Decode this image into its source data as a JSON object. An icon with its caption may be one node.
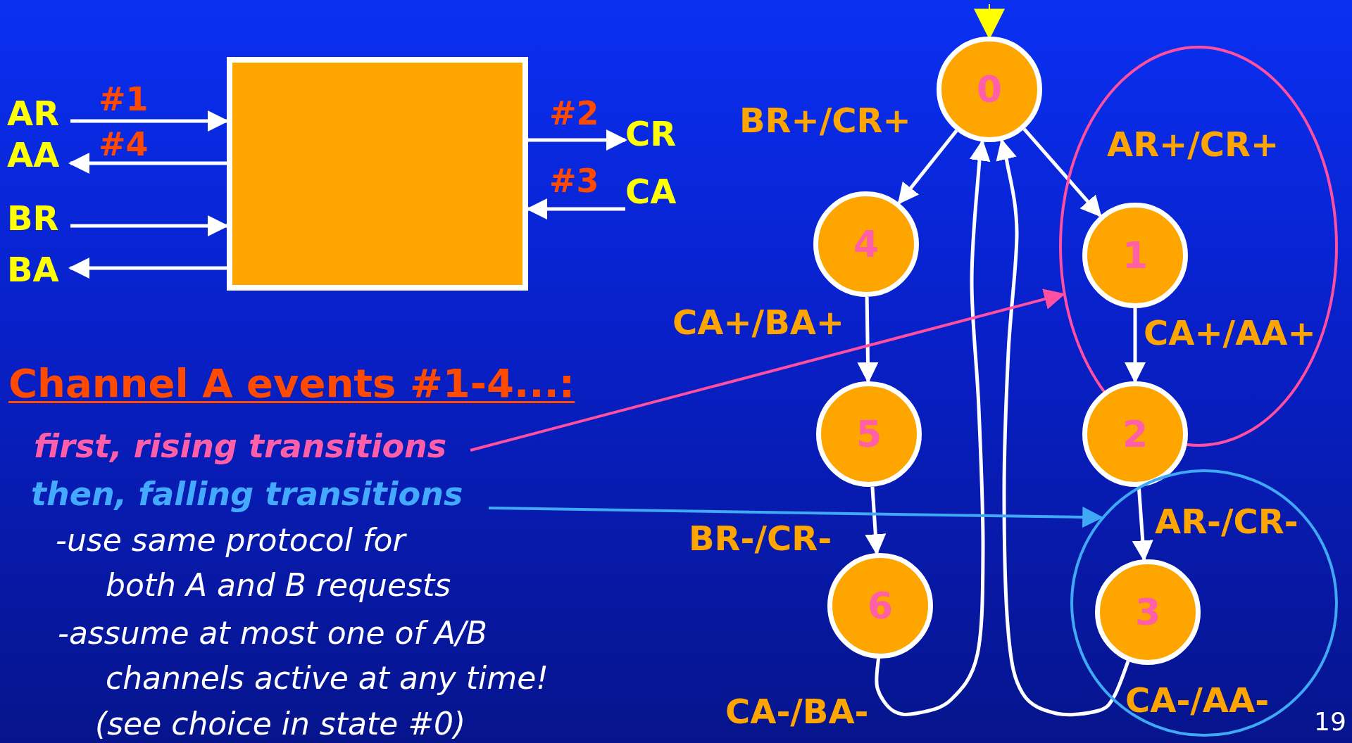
{
  "diagram": {
    "nodes": [
      {
        "text": [
          "AR"
        ]
      },
      {
        "text": [
          "AA"
        ]
      },
      {
        "text": [
          "BR"
        ]
      },
      {
        "text": [
          "BA"
        ]
      },
      {
        "text": [],
        "shape": "box"
      },
      {
        "text": [
          "CR"
        ]
      },
      {
        "text": [
          "CA"
        ]
      },
      {
        "text": [
          "0"
        ]
      },
      {
        "text": [
          "4"
        ]
      },
      {
        "text": [],
        "shape": "ellipse"
      },
      {
        "text": [
          "1"
        ],
        "in": 9
      },
      {
        "text": [
          "5"
        ]
      },
      {
        "text": [
          "2"
        ]
      },
      {
        "text": [],
        "shape": "circle"
      },
      {
        "text": [
          "6"
        ]
      },
      {
        "text": [
          "3"
        ],
        "in": 13
      },
      {
        "text": [
          "first, rising transitions"
        ]
      },
      {
        "text": [
          "then, falling transitions"
        ]
      }
    ],
    "edges": [
      {
        "from": 0,
        "to": 4,
        "arrow": "to",
        "label": "#1"
      },
      {
        "from": 4,
        "to": 1,
        "arrow": "to",
        "label": "#4"
      },
      {
        "from": 2,
        "to": 4,
        "arrow": "to"
      },
      {
        "from": 4,
        "to": 3,
        "arrow": "to"
      },
      {
        "from": 4,
        "to": 5,
        "arrow": "to",
        "label": "#2"
      },
      {
        "from": 6,
        "to": 4,
        "arrow": "to",
        "label": "#3"
      },
      {
        "from": null,
        "to": 7,
        "arrow": "to",
        "color": "#ffff00"
      },
      {
        "from": 7,
        "to": 8,
        "arrow": "to",
        "label": "BR+/CR+"
      },
      {
        "from": 7,
        "to": 10,
        "arrow": "to",
        "label": "AR+/CR+"
      },
      {
        "from": 8,
        "to": 11,
        "arrow": "to",
        "label": "CA+/BA+"
      },
      {
        "from": 10,
        "to": 12,
        "arrow": "to",
        "label": "CA+/AA+"
      },
      {
        "from": 11,
        "to": 14,
        "arrow": "to",
        "label": "BR-/CR-"
      },
      {
        "from": 12,
        "to": 15,
        "arrow": "to",
        "label": "AR-/CR-"
      },
      {
        "from": 14,
        "to": 7,
        "arrow": "to",
        "label": "CA-/BA-"
      },
      {
        "from": 15,
        "to": 7,
        "arrow": "to",
        "label": "CA-/AA-"
      },
      {
        "from": 16,
        "to": 9,
        "arrow": "to",
        "color": "#ff4fa0"
      },
      {
        "from": 17,
        "to": 13,
        "arrow": "to",
        "color": "#3fa9f5"
      }
    ],
    "labels": [
      "Channel A events #1-4...:",
      "-use same protocol for both A and B requests",
      "-assume at most one of A/B channels active at any time!",
      "(see choice in state #0)",
      "19"
    ]
  }
}
